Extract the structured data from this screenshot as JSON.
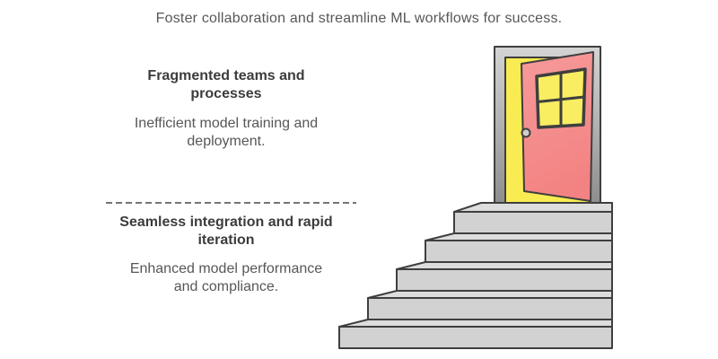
{
  "title": "Foster collaboration and streamline ML workflows for success.",
  "sections": {
    "problem": {
      "heading": "Fragmented teams and\nprocesses",
      "description": "Inefficient model training and\ndeployment."
    },
    "solution": {
      "heading": "Seamless integration and rapid\niteration",
      "description": "Enhanced model performance\nand compliance."
    }
  },
  "illustration": {
    "label": "open-door-at-top-of-staircase",
    "colors": {
      "outline": "#3f3f3f",
      "door_light": "#f79a9a",
      "door_dark": "#f38383",
      "doorway": "#f8ec52",
      "pane": "#f9ee62",
      "frame_light": "#d4d4d4",
      "frame_dark": "#8e8e8e",
      "knob": "#cfcfcf",
      "stair_face": "#d2d2d2",
      "stair_tread": "#dddddd"
    }
  }
}
